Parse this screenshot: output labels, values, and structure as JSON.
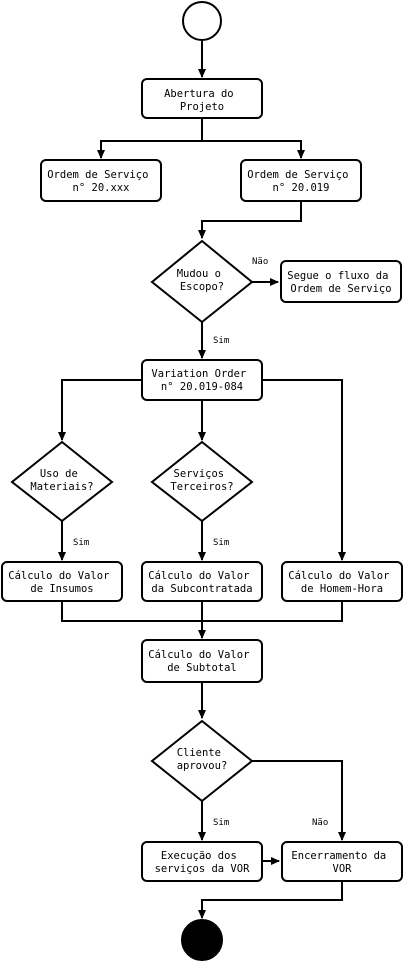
{
  "diagram": {
    "nodes": {
      "abertura": [
        "Abertura do",
        "Projeto"
      ],
      "os_xxx": [
        "Ordem de Serviço",
        "n° 20.xxx"
      ],
      "os_019": [
        "Ordem de Serviço",
        "n° 20.019"
      ],
      "mudou_escopo": [
        "Mudou o",
        "Escopo?"
      ],
      "segue_fluxo": [
        "Segue o fluxo da",
        "Ordem de Serviço"
      ],
      "variation_order": [
        "Variation Order",
        "n° 20.019-084"
      ],
      "uso_materiais": [
        "Uso de",
        "Materiais?"
      ],
      "servicos_terceiros": [
        "Serviços",
        "Terceiros?"
      ],
      "calc_insumos": [
        "Cálculo do Valor",
        "de Insumos"
      ],
      "calc_subcontratada": [
        "Cálculo do Valor",
        "da Subcontratada"
      ],
      "calc_homem_hora": [
        "Cálculo do Valor",
        "de Homem-Hora"
      ],
      "calc_subtotal": [
        "Cálculo do Valor",
        "de Subtotal"
      ],
      "cliente_aprovou": [
        "Cliente",
        "aprovou?"
      ],
      "execucao": [
        "Execução dos",
        "serviços da VOR"
      ],
      "encerramento": [
        "Encerramento da",
        "VOR"
      ]
    },
    "edge_labels": {
      "escopo_nao": "Não",
      "escopo_sim": "Sim",
      "materiais_sim": "Sim",
      "terceiros_sim": "Sim",
      "aprovou_sim": "Sim",
      "aprovou_nao": "Não"
    },
    "colors": {
      "stroke": "#000000",
      "fill": "#ffffff",
      "end_fill": "#000000"
    }
  }
}
